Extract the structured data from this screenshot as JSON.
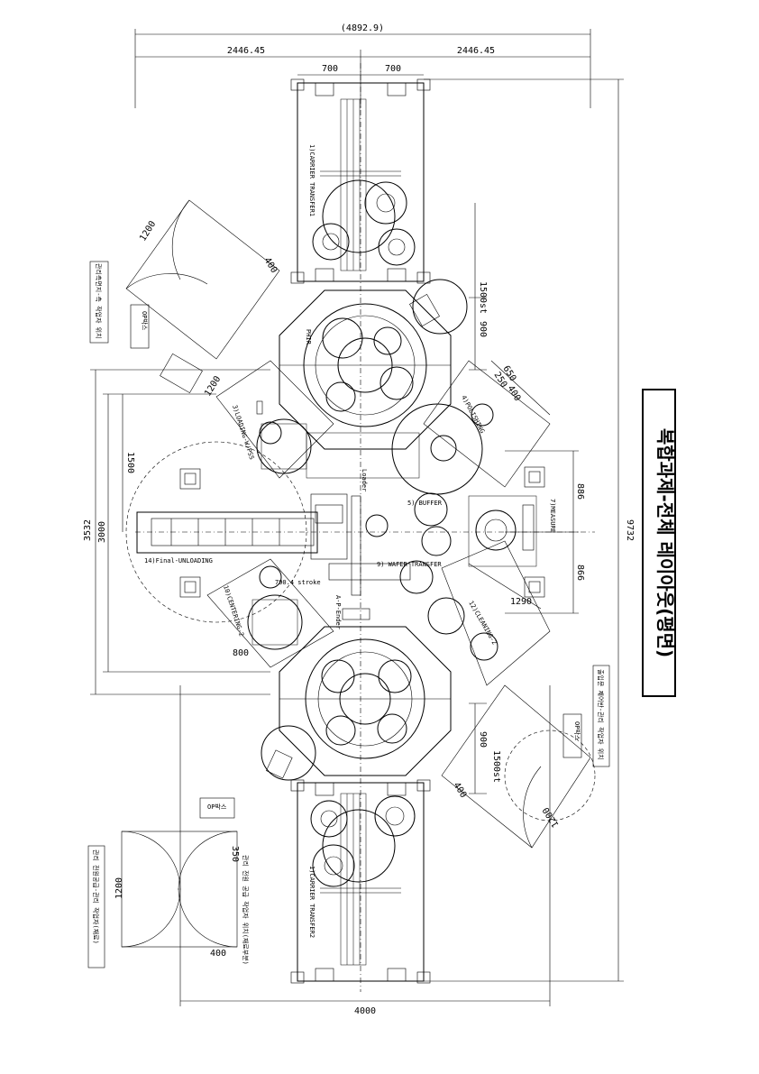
{
  "title": "복합과제-전체 레이아웃(평면)",
  "dimensions": {
    "overall_width": "(4892.9)",
    "half_left": "2446.45",
    "half_right": "2446.45",
    "top_700_left": "700",
    "top_700_right": "700",
    "overall_height": "9732",
    "left_3532": "3532",
    "left_3000": "3000",
    "left_1500": "1500",
    "right_886_top": "886",
    "right_866_bottom": "866",
    "bottom_4000": "4000",
    "stroke_1500_top": "1500st",
    "stroke_900_top": "900",
    "stroke_1500_bottom": "1500st",
    "stroke_900_bottom": "900",
    "d650_top": "650",
    "d250_top": "250",
    "d400_top": "400",
    "d1200_top_left": "1200",
    "d400_top_left": "400",
    "d1200_bottom_right": "1200",
    "d400_bottom_right": "400",
    "d800": "800",
    "d1290": "1290",
    "d1200_bottom_left": "1200",
    "d400_bottom_left": "400",
    "d350": "350",
    "d790": "790.4 stroke"
  },
  "stations": [
    "1)CARRIER TRANSFER1",
    "1)CARRIER TRANSFER2",
    "3)LOADING-W/PSS",
    "4)POLISHING",
    "5) BUFFER",
    "7)MEASURE",
    "9) WAFER TRANSFER",
    "10)CENTERING-2",
    "12)CLEANING-2",
    "14)Final-UNLOADING",
    "Loader",
    "A-P-Ender"
  ],
  "notes": {
    "left_top_box": "관리측면지-측 작업자 위치",
    "left_bottom_box": "관리 전원공급-관리 작업자(재료)",
    "right_box": "출입문 제어반-관리 작업자 위치",
    "bottom_center_box": "관리 전원 공급 작업자 위치(재료부분)",
    "opbox_top": "OP박스",
    "opbox_bottom": "OP박스",
    "opbox_right": "OP박스"
  }
}
